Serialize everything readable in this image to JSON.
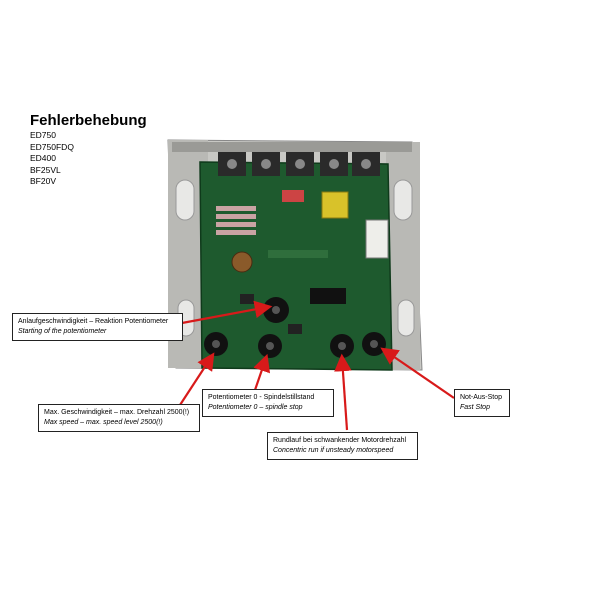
{
  "heading": "Fehlerbehebung",
  "models": [
    "ED750",
    "ED750FDQ",
    "ED400",
    "BF25VL",
    "BF20V"
  ],
  "callouts": {
    "start": {
      "de": "Anlaufgeschwindigkeit – Reaktion Potentiometer",
      "en": "Starting of the potentiometer"
    },
    "max_speed": {
      "de": "Max. Geschwindigkeit – max. Drehzahl 2500(!)",
      "en": "Max speed – max. speed level 2500(!)"
    },
    "poti_zero": {
      "de": "Potentiometer  0 -  Spindelstillstand",
      "en": "Potentiometer 0 – spindle stop"
    },
    "concentric": {
      "de": "Rundlauf bei schwankender Motordrehzahl",
      "en": "Concentric run if unsteady motorspeed"
    },
    "fast_stop": {
      "de": "Not-Aus-Stop",
      "en": "Fast Stop"
    }
  },
  "colors": {
    "arrow": "#d81a1a",
    "board": "#1e5a2e",
    "housing": "#c8c8c4"
  }
}
